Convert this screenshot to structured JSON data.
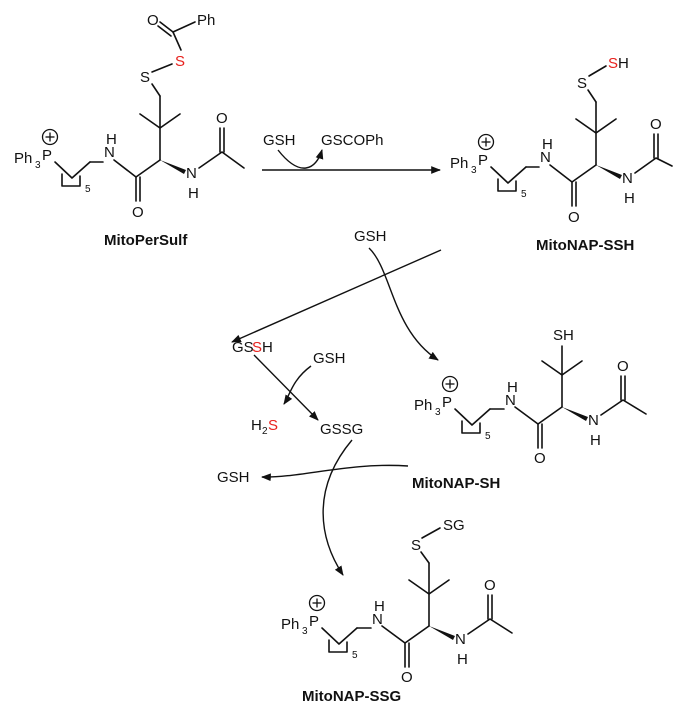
{
  "compounds": {
    "mitopersulf": "MitoPerSulf",
    "mitonap_ssh": "MitoNAP-SSH",
    "mitonap_sh": "MitoNAP-SH",
    "mitonap_ssg": "MitoNAP-SSG"
  },
  "reagents": {
    "gsh": "GSH",
    "gscoph": "GSCOPh",
    "gssg": "GSSG",
    "gs_prefix": "GS",
    "h_suffix": "H",
    "h2": "H",
    "two": "2",
    "s_red": "S"
  },
  "atoms": {
    "o": "O",
    "ph": "Ph",
    "s": "S",
    "sh": "SH",
    "h": "H",
    "n": "N",
    "ph3": "Ph",
    "three": "3",
    "p": "P",
    "five": "5",
    "sg": "SG",
    "plus": "+"
  },
  "colors": {
    "highlight_sulfur": "#e8211d",
    "ink": "#111111"
  }
}
